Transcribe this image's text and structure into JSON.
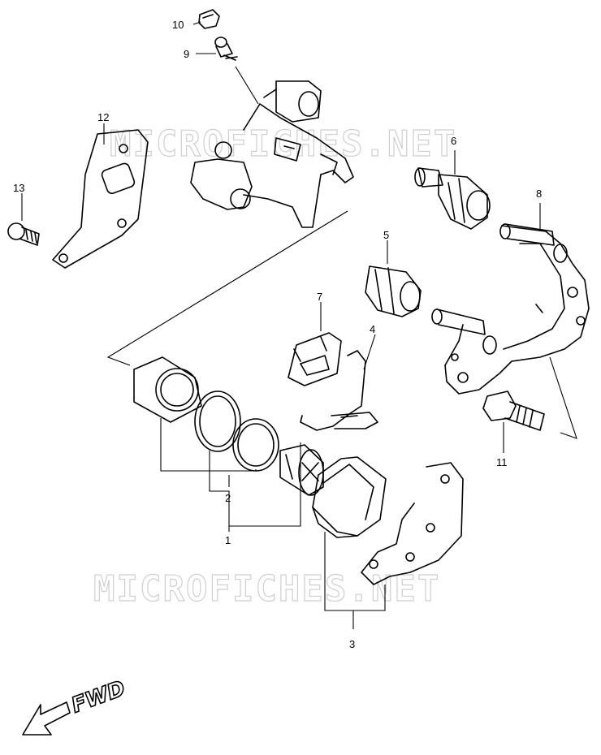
{
  "watermark": "MICROFICHES.NET",
  "direction_label": "FWD",
  "callouts": {
    "c1": "1",
    "c2": "2",
    "c3": "3",
    "c4": "4",
    "c5": "5",
    "c6": "6",
    "c7": "7",
    "c8": "8",
    "c9": "9",
    "c10": "10",
    "c11": "11",
    "c12": "12",
    "c13": "13"
  }
}
